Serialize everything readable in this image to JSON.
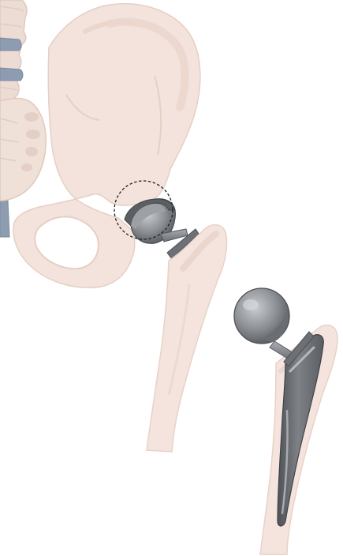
{
  "diagram": {
    "labels": [],
    "parts": [
      {
        "name": "lumbar-spine-vertebrae",
        "kind": "bone"
      },
      {
        "name": "intervertebral-discs",
        "kind": "cartilage"
      },
      {
        "name": "sacrum",
        "kind": "bone"
      },
      {
        "name": "pelvis-ilium",
        "kind": "bone"
      },
      {
        "name": "obturator-foramen",
        "kind": "opening"
      },
      {
        "name": "acetabulum-dashed-outline",
        "kind": "marker"
      },
      {
        "name": "implanted-acetabular-cup",
        "kind": "implant"
      },
      {
        "name": "implanted-femoral-head",
        "kind": "implant"
      },
      {
        "name": "femur-shaft-implanted",
        "kind": "bone"
      },
      {
        "name": "standalone-prosthetic-ball-head",
        "kind": "implant"
      },
      {
        "name": "standalone-femoral-stem",
        "kind": "implant"
      },
      {
        "name": "standalone-femur-cutaway",
        "kind": "bone"
      }
    ],
    "colors": {
      "bone_fill": "#f3e3dc",
      "bone_shade": "#e9d3c9",
      "bone_outline": "#e2c8bc",
      "disc": "#8e9cb2",
      "metal_dark": "#575a5f",
      "metal_mid": "#8a8d92",
      "metal_light": "#c2c5c9",
      "dashed_outline": "#222222",
      "background": "#ffffff"
    }
  }
}
